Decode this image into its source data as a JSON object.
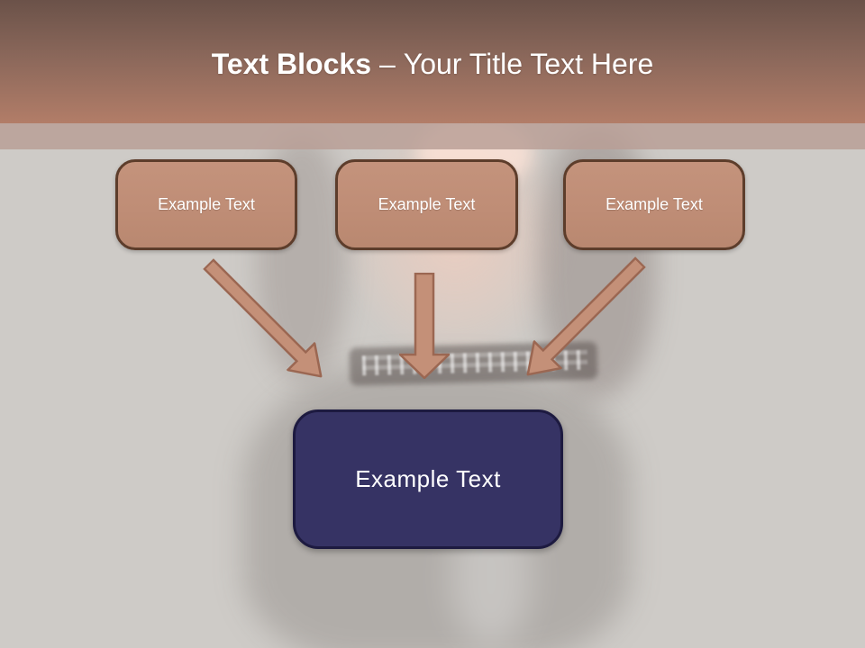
{
  "title": {
    "bold": "Text Blocks",
    "separator": "–",
    "rest": "Your Title Text Here"
  },
  "blocks": [
    {
      "label": "Example Text"
    },
    {
      "label": "Example Text"
    },
    {
      "label": "Example Text"
    }
  ],
  "result_block": {
    "label": "Example Text"
  },
  "icons": {
    "arrows": [
      "arrow-down-right-icon",
      "arrow-down-icon",
      "arrow-down-left-icon"
    ]
  },
  "colors": {
    "header_top": "#6b5249",
    "header_bottom": "#b27d68",
    "band": "#bca59e",
    "background": "#cecbc7",
    "block_fill": "#bf8d76",
    "block_border": "#5d3d2b",
    "arrow_fill": "#c49078",
    "arrow_stroke": "#9b6752",
    "result_fill": "#363364",
    "result_border": "#1d1a40",
    "text": "#ffffff"
  }
}
